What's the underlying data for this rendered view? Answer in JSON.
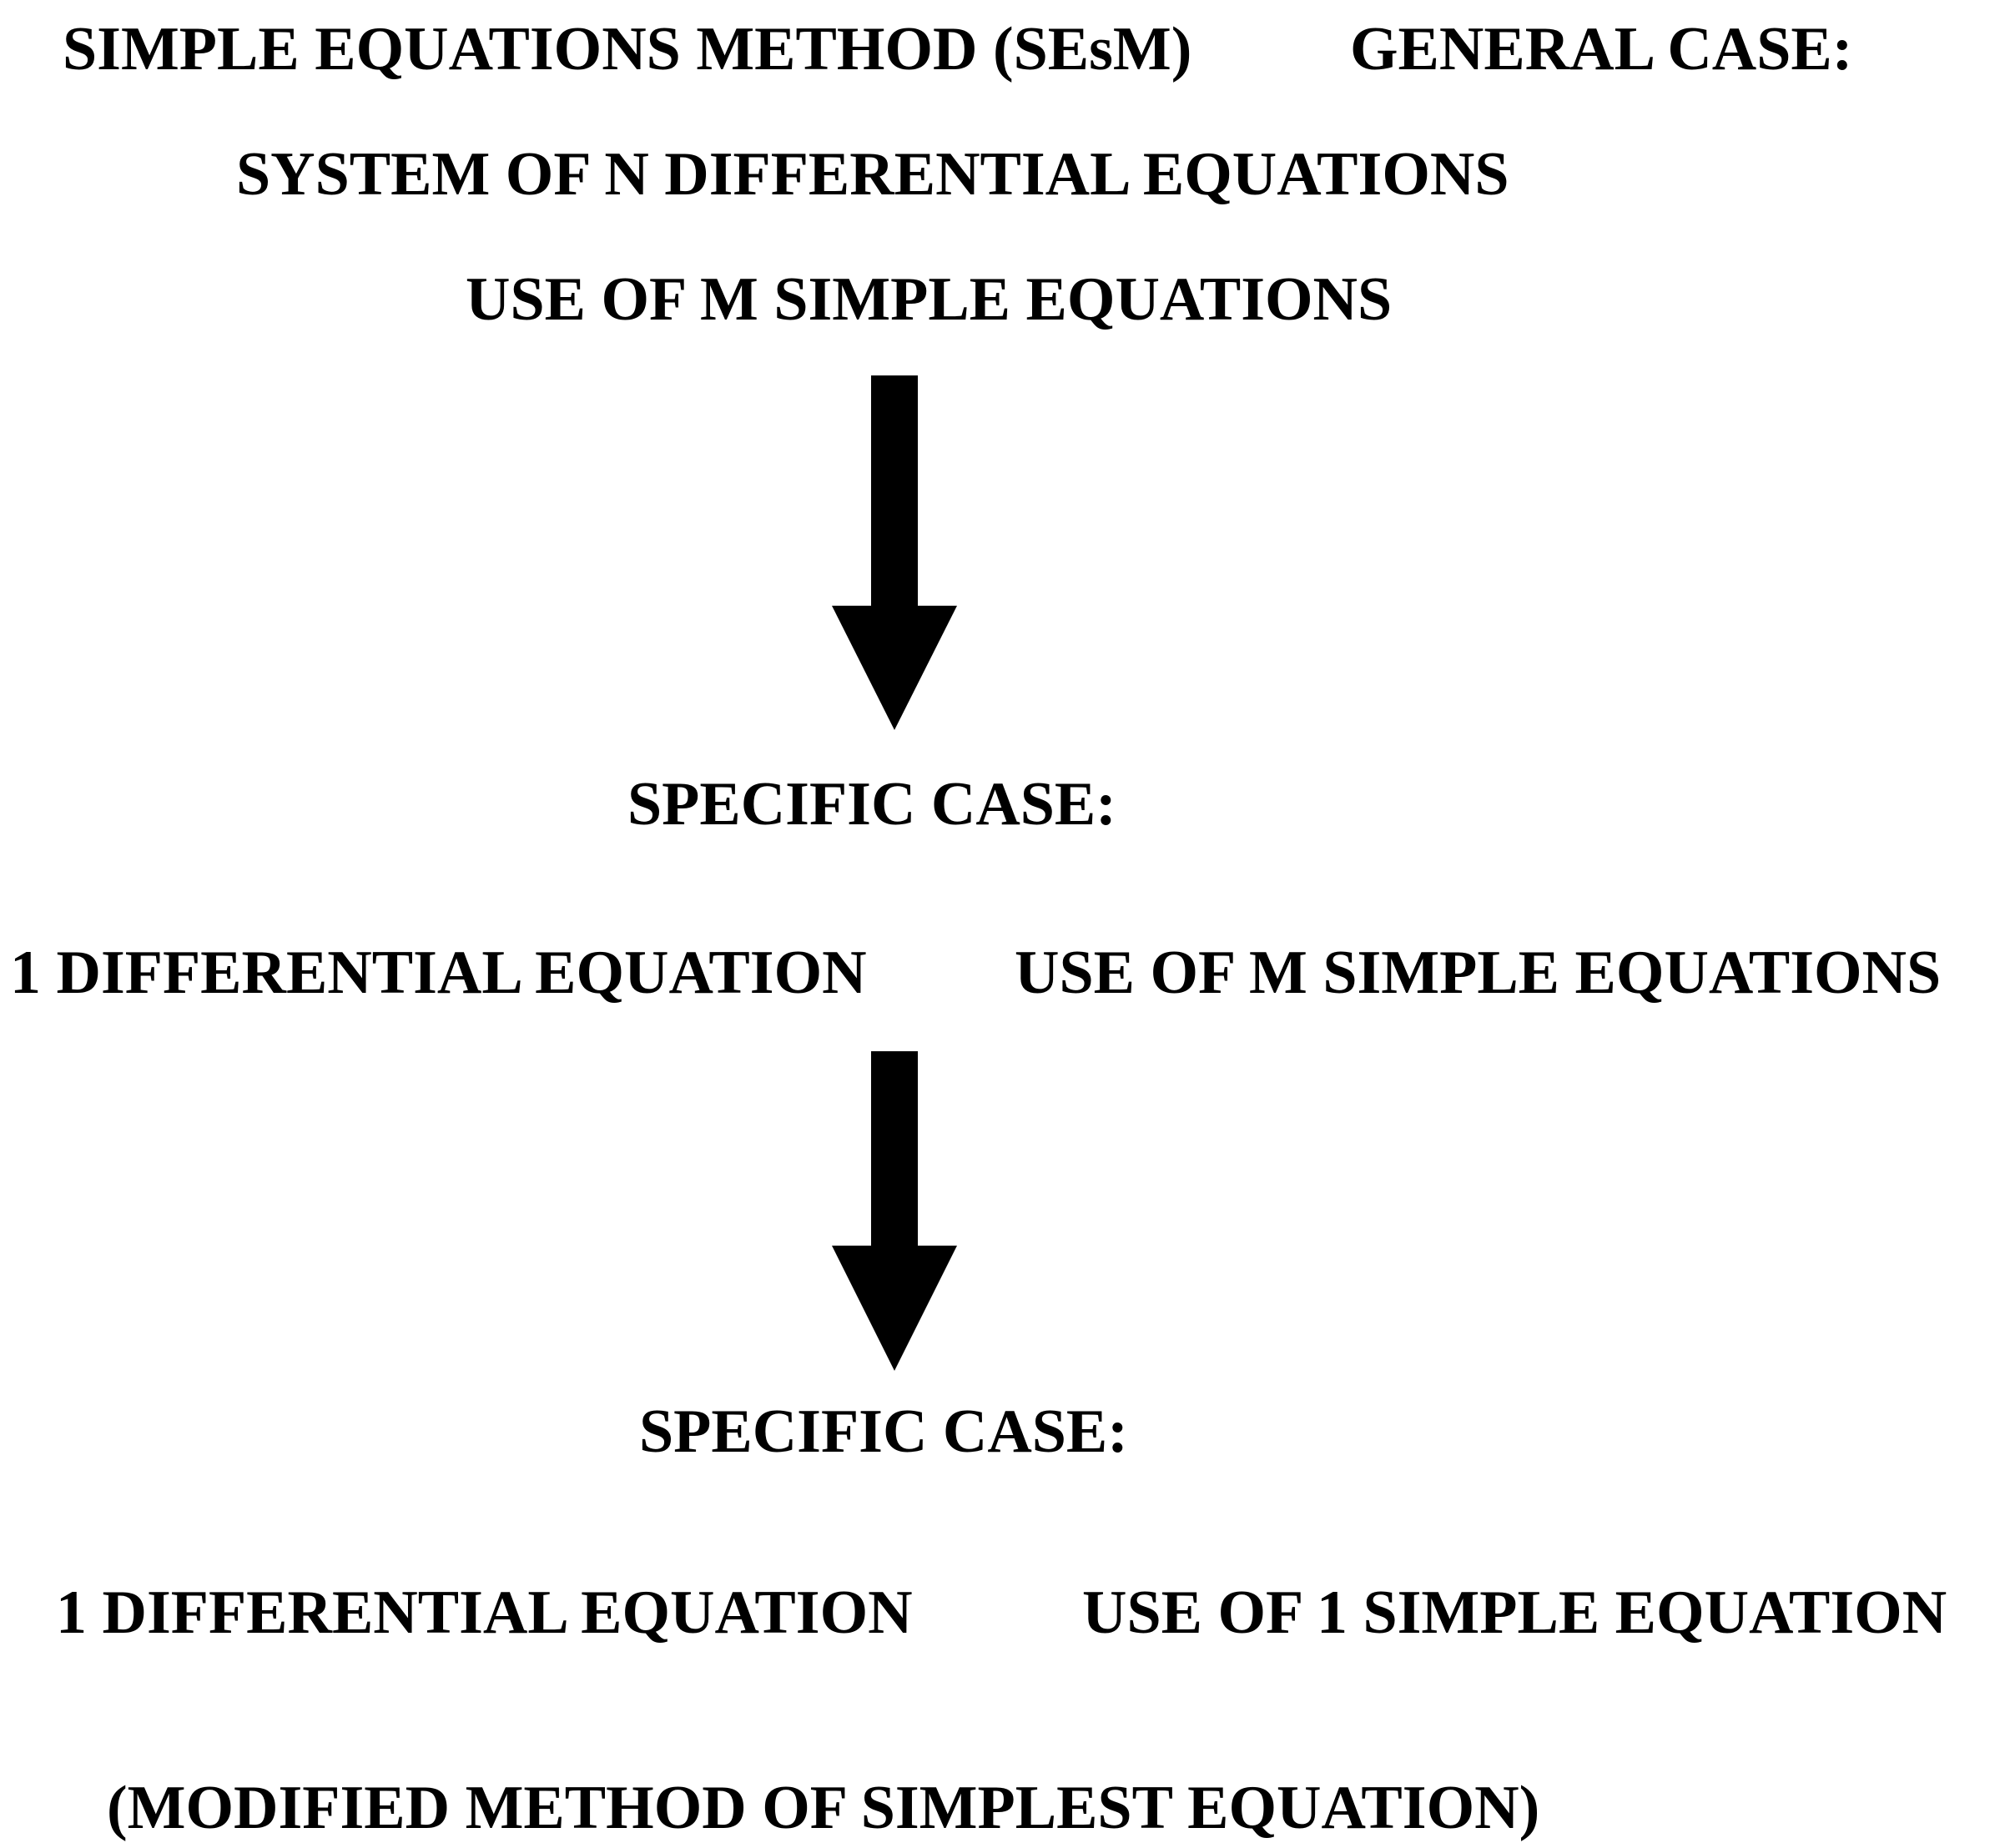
{
  "heading": {
    "method": "SIMPLE EQUATIONS METHOD (SEsM)",
    "general_case": "GENERAL CASE:"
  },
  "general": {
    "system": "SYSTEM OF N DIFFERENTIAL EQUATIONS",
    "use": "USE OF M SIMPLE EQUATIONS"
  },
  "specific_1": {
    "title": "SPECIFIC CASE:",
    "equation": "1 DIFFERENTIAL EQUATION",
    "use": "USE OF M SIMPLE EQUATIONS"
  },
  "specific_2": {
    "title": "SPECIFIC CASE:",
    "equation": "1 DIFFERENTIAL EQUATION",
    "use": "USE OF 1 SIMPLE EQUATION"
  },
  "footer": {
    "note": "(MODIFIED METHOD OF SIMPLEST EQUATION)"
  },
  "colors": {
    "ink": "#000000",
    "background": "#ffffff"
  },
  "icons": [
    "arrow-down-icon",
    "arrow-down-icon"
  ]
}
